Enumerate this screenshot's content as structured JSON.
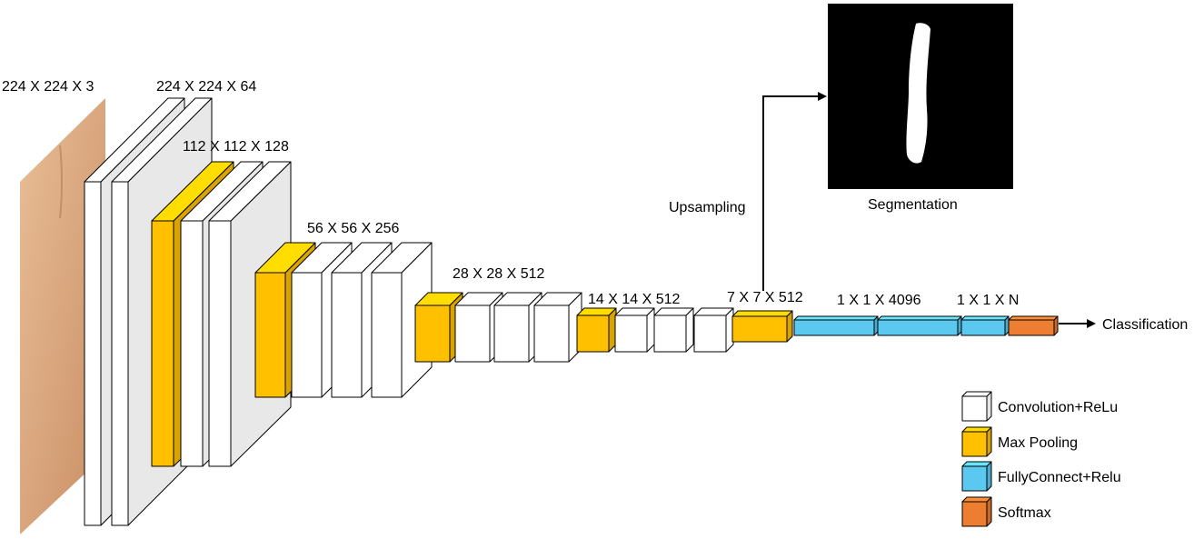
{
  "diagram": {
    "input_label": "224 X 224 X 3",
    "stage_labels": [
      "224 X 224 X 64",
      "112 X 112 X 128",
      "56 X 56 X 256",
      "28 X 28 X 512",
      "14 X 14 X 512",
      "7 X 7 X 512",
      "1 X 1 X 4096",
      "1 X 1 X N"
    ],
    "upsampling_label": "Upsampling",
    "segmentation_label": "Segmentation",
    "classification_label": "Classification",
    "legend": [
      {
        "label": "Convolution+ReLu",
        "color": "#ffffff",
        "icon": "convolution-block-icon"
      },
      {
        "label": "Max Pooling",
        "color": "#ffc000",
        "icon": "max-pooling-block-icon"
      },
      {
        "label": "FullyConnect+Relu",
        "color": "#5bc8f0",
        "icon": "fully-connected-block-icon"
      },
      {
        "label": "Softmax",
        "color": "#ed7d31",
        "icon": "softmax-block-icon"
      }
    ],
    "colors": {
      "conv": "#ffffff",
      "pool": "#ffc000",
      "fc": "#5bc8f0",
      "softmax": "#ed7d31",
      "skin": "#d9a67e",
      "mask_bg": "#000000",
      "mask_fg": "#ffffff"
    }
  }
}
